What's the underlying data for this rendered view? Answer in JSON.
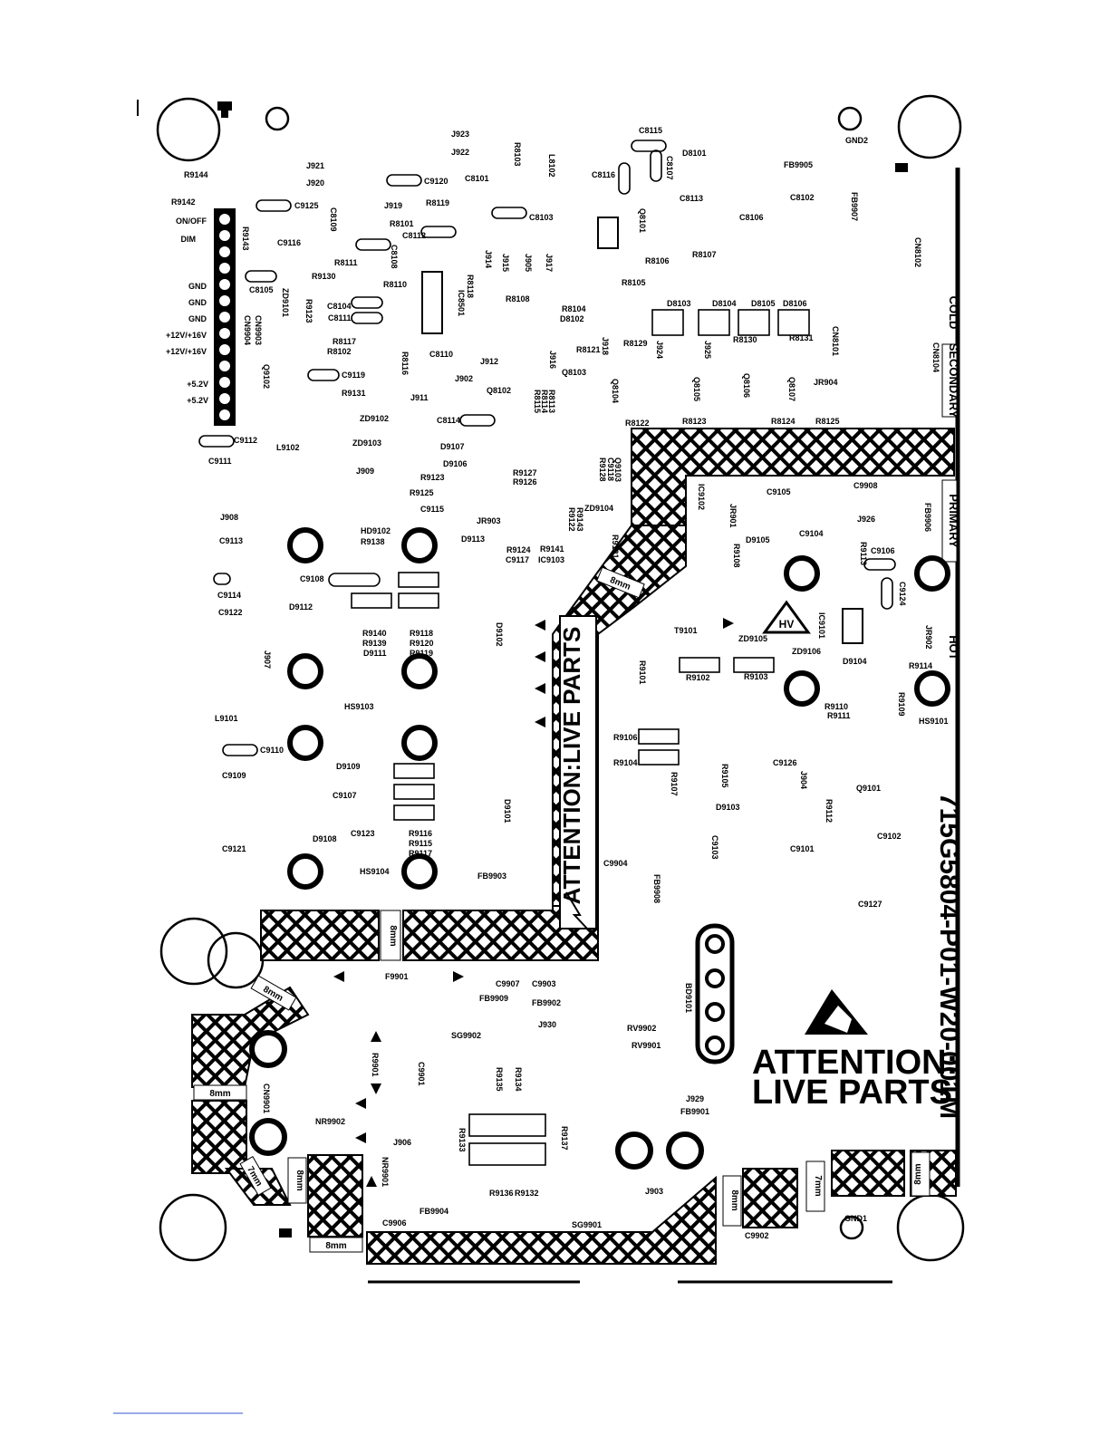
{
  "board": {
    "part_number": "715G5804-P01-W20-001M",
    "warning_title": "ATTENTION:",
    "warning_sub": "LIVE PARTS",
    "live_parts_label": "ATTENTION:LIVE PARTS",
    "cold_label": "COLD",
    "secondary_label": "SECONDARY",
    "primary_label": "PRIMARY",
    "hot_label": "HOT",
    "hv_label": "HV"
  },
  "connector_pins": [
    {
      "id": "pin-on-off",
      "label": "ON/OFF"
    },
    {
      "id": "pin-dim",
      "label": "DIM"
    },
    {
      "id": "pin-gnd-1",
      "label": "GND"
    },
    {
      "id": "pin-gnd-2",
      "label": "GND"
    },
    {
      "id": "pin-gnd-3",
      "label": "GND"
    },
    {
      "id": "pin-12v-1",
      "label": "+12V/+16V"
    },
    {
      "id": "pin-12v-2",
      "label": "+12V/+16V"
    },
    {
      "id": "pin-5v-1",
      "label": "+5.2V"
    },
    {
      "id": "pin-5v-2",
      "label": "+5.2V"
    }
  ],
  "clearance_labels": [
    "8mm",
    "8mm",
    "8mm",
    "8mm",
    "7mm",
    "8mm",
    "8mm",
    "8mm",
    "7mm",
    "8mm"
  ],
  "components": [
    "J923",
    "J922",
    "R8103",
    "L8102",
    "C8115",
    "D8101",
    "C8107",
    "C8116",
    "FB9905",
    "R9144",
    "J921",
    "J920",
    "C9120",
    "C8101",
    "C8113",
    "C8102",
    "FB9907",
    "R9142",
    "C9125",
    "J919",
    "R8119",
    "C8103",
    "Q8101",
    "C8106",
    "ON/OFF",
    "R9143",
    "C8109",
    "R8101",
    "C8112",
    "DIM",
    "C9116",
    "C8108",
    "R8111",
    "J914",
    "J915",
    "J905",
    "J917",
    "R8106",
    "R8107",
    "CN8102",
    "R9130",
    "R8110",
    "R8118",
    "IC8501",
    "R8105",
    "C8105",
    "ZD9101",
    "R8108",
    "R8104",
    "D8102",
    "D8103",
    "D8104",
    "D8105",
    "D8106",
    "C8104",
    "R9123",
    "C8111",
    "CN9903",
    "CN9904",
    "R8117",
    "R8102",
    "R8116",
    "C8110",
    "J918",
    "R8121",
    "R8129",
    "J924",
    "J925",
    "R8130",
    "R8131",
    "CN8101",
    "CN8104",
    "Q9102",
    "C9119",
    "J916",
    "Q8103",
    "Q8104",
    "Q8105",
    "Q8106",
    "Q8107",
    "JR904",
    "R9131",
    "J912",
    "J902",
    "Q8102",
    "R8115",
    "R8114",
    "R8113",
    "J911",
    "ZD9102",
    "C8114",
    "R8122",
    "R8123",
    "R8124",
    "R8125",
    "C9112",
    "L9102",
    "ZD9103",
    "D9107",
    "C9111",
    "D9106",
    "R9127",
    "R9128",
    "C9118",
    "Q9103",
    "J909",
    "R9123",
    "R9126",
    "C9105",
    "C9908",
    "R9125",
    "IC9102",
    "JR901",
    "C9115",
    "ZD9104",
    "JR903",
    "R9122",
    "R9143",
    "R9121",
    "FB9906",
    "J908",
    "HD9102",
    "R9138",
    "D9113",
    "R9124",
    "R9141",
    "C9117",
    "IC9103",
    "D9105",
    "C9104",
    "J926",
    "C9113",
    "R9108",
    "R9113",
    "C9106",
    "C9108",
    "C9124",
    "C9114",
    "C9122",
    "D9112",
    "R9140",
    "R9118",
    "D9102",
    "HV",
    "IC9101",
    "JR902",
    "R9139",
    "R9120",
    "T9101",
    "ZD9105",
    "D9111",
    "R9119",
    "ZD9106",
    "D9104",
    "J907",
    "R9101",
    "R9102",
    "R9103",
    "R9114",
    "R9109",
    "R9110",
    "R9111",
    "HS9103",
    "HS9101",
    "L9101",
    "R9106",
    "C9110",
    "R9104",
    "R9107",
    "R9105",
    "C9126",
    "D9109",
    "J904",
    "Q9101",
    "C9109",
    "D9101",
    "D9103",
    "R9112",
    "C9107",
    "D9108",
    "C9123",
    "R9116",
    "R9115",
    "R9117",
    "C9103",
    "C9101",
    "C9102",
    "C9121",
    "HS9104",
    "FB9903",
    "C9904",
    "FB9908",
    "C9127",
    "F9901",
    "C9907",
    "C9903",
    "BD9101",
    "FB9909",
    "FB9902",
    "SG9902",
    "J930",
    "RV9902",
    "RV9901",
    "R9901",
    "C9901",
    "R9135",
    "R9134",
    "CN9901",
    "J929",
    "FB9901",
    "NR9902",
    "R9133",
    "R9137",
    "J906",
    "NR9901",
    "J903",
    "R9136",
    "R9132",
    "FB9904",
    "C9906",
    "SG9901",
    "C9902",
    "GND1",
    "GND2"
  ]
}
